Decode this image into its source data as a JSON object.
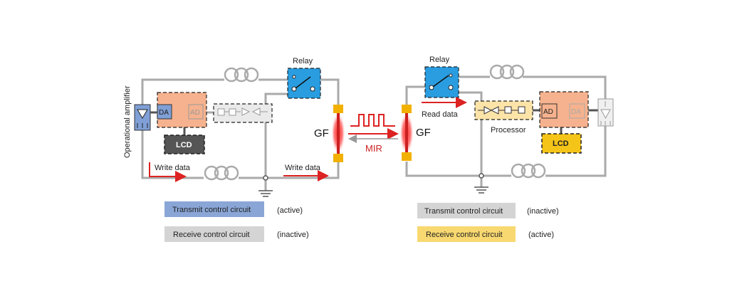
{
  "labels": {
    "op_amp": "Operational amplifier",
    "relay_left": "Relay",
    "relay_right": "Relay",
    "da_left": "DA",
    "ad_left": "AD",
    "ad_right": "AD",
    "da_right": "DA",
    "lcd_left": "LCD",
    "lcd_right": "LCD",
    "write_data_left": "Write data",
    "write_data_mid": "Write data",
    "read_data": "Read data",
    "processor": "Processor",
    "gf_left": "GF",
    "gf_right": "GF",
    "mir": "MIR"
  },
  "legend_left": [
    {
      "label": "Transmit control circuit",
      "status": "(active)",
      "color": "#8aa6d6"
    },
    {
      "label": "Receive control circuit",
      "status": "(inactive)",
      "color": "#d4d4d4"
    }
  ],
  "legend_right": [
    {
      "label": "Transmit control circuit",
      "status": "(inactive)",
      "color": "#d4d4d4"
    },
    {
      "label": "Receive control circuit",
      "status": "(active)",
      "color": "#f8d870"
    }
  ],
  "colors": {
    "wire": "#aaaaaa",
    "relay": "#2a9de0",
    "circuit": "#f6b28e",
    "da_active": "#7f9fd6",
    "processor": "#fce3a8",
    "gf": "#f2b100",
    "arrow": "#dd2222",
    "lcd_left": "#555555",
    "lcd_right": "#f5c418"
  }
}
